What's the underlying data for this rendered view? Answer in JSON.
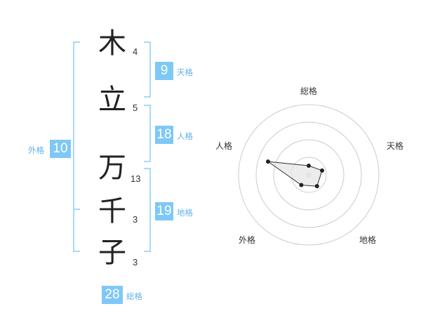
{
  "name_chars": [
    {
      "char": "木",
      "strokes": "4"
    },
    {
      "char": "立",
      "strokes": "5"
    },
    {
      "char": "万",
      "strokes": "13"
    },
    {
      "char": "千",
      "strokes": "3"
    },
    {
      "char": "子",
      "strokes": "3"
    }
  ],
  "kakusu": {
    "tenkaku": {
      "value": "9",
      "label": "天格"
    },
    "jinkaku": {
      "value": "18",
      "label": "人格"
    },
    "chikaku": {
      "value": "19",
      "label": "地格"
    },
    "gaikaku": {
      "value": "10",
      "label": "外格"
    },
    "soukaku": {
      "value": "28",
      "label": "総格"
    }
  },
  "colors": {
    "accent": "#7ec8f7",
    "label": "#62b3ea",
    "bracket": "#8ccdf5"
  },
  "chart_data": {
    "type": "radar",
    "axes": [
      "総格",
      "天格",
      "地格",
      "外格",
      "人格"
    ],
    "values": [
      0.13,
      0.2,
      0.2,
      0.18,
      0.61
    ],
    "rings": 4,
    "grid": true
  }
}
